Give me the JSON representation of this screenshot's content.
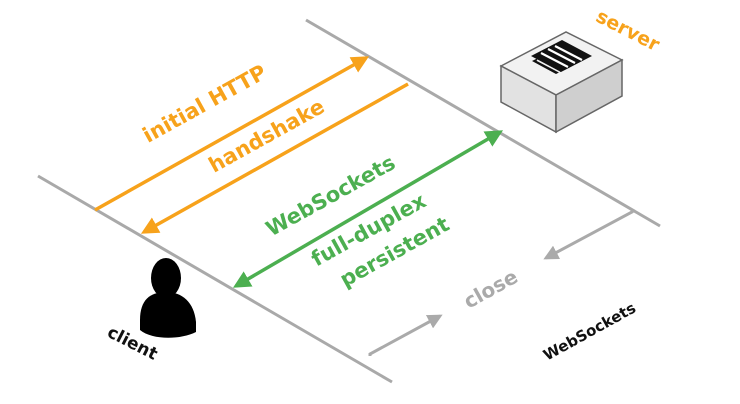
{
  "labels": {
    "server": "server",
    "client": "client",
    "websockets_caption": "WebSockets",
    "handshake_line1": "initial HTTP",
    "handshake_line2": "handshake",
    "ws_line1": "WebSockets",
    "ws_line2": "full-duplex",
    "ws_line3": "persistent",
    "close": "close"
  },
  "icons": {
    "server": "server-box-icon",
    "client": "user-silhouette-icon"
  },
  "colors": {
    "handshake": "#f7a21b",
    "websocket": "#4caf50",
    "close": "#aaaaaa",
    "timeline": "#a9a9a9",
    "server_label": "#f7a21b",
    "text_dark": "#111111"
  }
}
